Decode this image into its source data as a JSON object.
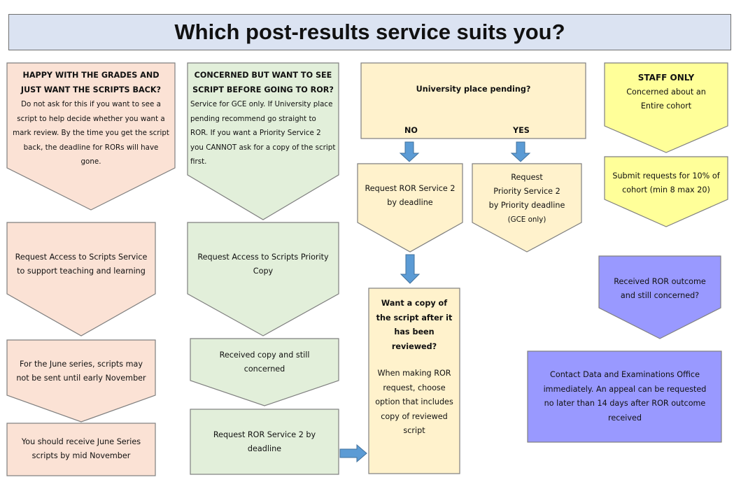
{
  "title": "Which post-results service suits you?",
  "colors": {
    "peach": "#fbe2d5",
    "green": "#e2efda",
    "cream": "#fff2cc",
    "yellow": "#ffff99",
    "purple": "#9999ff",
    "arrow_blue": "#5b9bd5",
    "outline": "#7f7f7f"
  },
  "column1": {
    "heading": "HAPPY WITH THE GRADES AND JUST WANT THE SCRIPTS BACK?",
    "body": "Do not ask for this if you want to see a script to help decide whether you want a mark review. By the time you get the script back, the deadline for RORs will have gone.",
    "step2": "Request Access to Scripts Service to support teaching and learning",
    "step3": "For the June series, scripts may not be sent until early November",
    "step4": "You should receive June Series scripts by mid November"
  },
  "column2": {
    "heading": "CONCERNED BUT WANT TO SEE SCRIPT BEFORE GOING TO ROR?",
    "body": "Service for GCE only. If University place pending recommend go straight to ROR. If you want a Priority Service 2 you CANNOT ask for a copy of the script first.",
    "step2": "Request Access to Scripts Priority Copy",
    "step3": "Received copy and still concerned",
    "step4": "Request ROR Service 2 by deadline"
  },
  "column3": {
    "question": "University place pending?",
    "no_label": "NO",
    "yes_label": "YES",
    "no_step": "Request ROR Service 2 by deadline",
    "yes_step_line1": "Request",
    "yes_step_line2": "Priority Service 2",
    "yes_step_line3": "by Priority deadline",
    "yes_step_line4": "(GCE only)",
    "copy_question": "Want a copy of the script after it has been reviewed?",
    "copy_advice": "When making ROR request, choose option that includes copy of reviewed script"
  },
  "column4": {
    "staff_heading": "STAFF ONLY",
    "staff_body": "Concerned about an Entire cohort",
    "staff_step": "Submit requests for 10% of cohort (min 8 max 20)",
    "outcome_question": "Received ROR outcome and still concerned?",
    "outcome_action": "Contact Data and Examinations Office immediately. An appeal can be requested no later than 14 days after ROR outcome received"
  }
}
